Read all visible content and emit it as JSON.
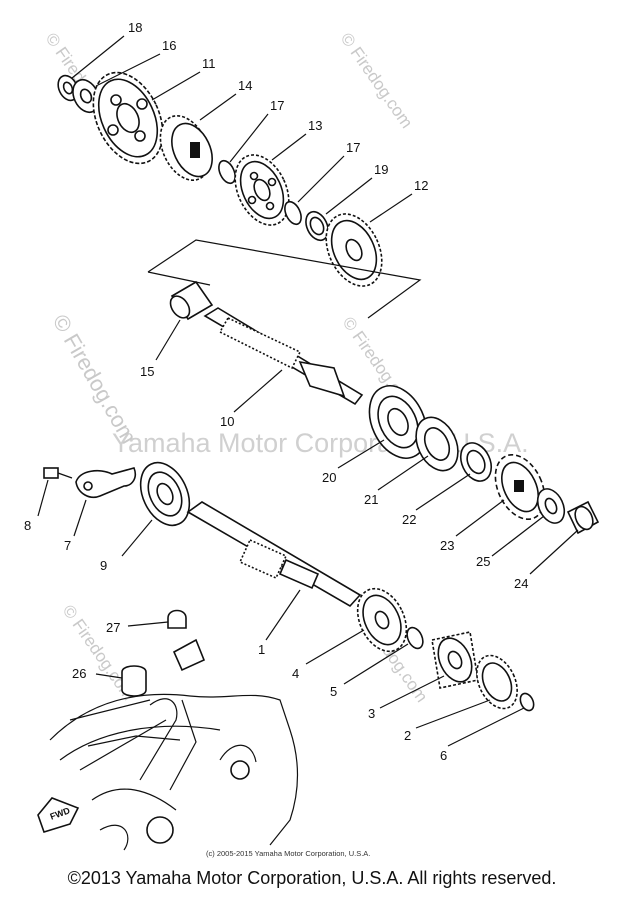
{
  "parts": [
    {
      "id": "p18",
      "label": "18"
    },
    {
      "id": "p16",
      "label": "16"
    },
    {
      "id": "p11",
      "label": "11"
    },
    {
      "id": "p14",
      "label": "14"
    },
    {
      "id": "p17a",
      "label": "17"
    },
    {
      "id": "p13",
      "label": "13"
    },
    {
      "id": "p17b",
      "label": "17"
    },
    {
      "id": "p19",
      "label": "19"
    },
    {
      "id": "p12",
      "label": "12"
    },
    {
      "id": "p15",
      "label": "15"
    },
    {
      "id": "p10",
      "label": "10"
    },
    {
      "id": "p20",
      "label": "20"
    },
    {
      "id": "p21",
      "label": "21"
    },
    {
      "id": "p22",
      "label": "22"
    },
    {
      "id": "p23",
      "label": "23"
    },
    {
      "id": "p25",
      "label": "25"
    },
    {
      "id": "p24",
      "label": "24"
    },
    {
      "id": "p8",
      "label": "8"
    },
    {
      "id": "p7",
      "label": "7"
    },
    {
      "id": "p9",
      "label": "9"
    },
    {
      "id": "p1",
      "label": "1"
    },
    {
      "id": "p4",
      "label": "4"
    },
    {
      "id": "p5",
      "label": "5"
    },
    {
      "id": "p3",
      "label": "3"
    },
    {
      "id": "p2",
      "label": "2"
    },
    {
      "id": "p6",
      "label": "6"
    },
    {
      "id": "p27",
      "label": "27"
    },
    {
      "id": "p26",
      "label": "26"
    }
  ],
  "watermarks": {
    "firedog": "© Firedog.com",
    "yamaha": "Yamaha Motor Corporation, U.S.A."
  },
  "fwd_label": "FWD",
  "small_copyright": "(c) 2005-2015 Yamaha Motor Corporation, U.S.A.",
  "copyright": "©2013 Yamaha Motor Corporation, U.S.A. All rights reserved."
}
